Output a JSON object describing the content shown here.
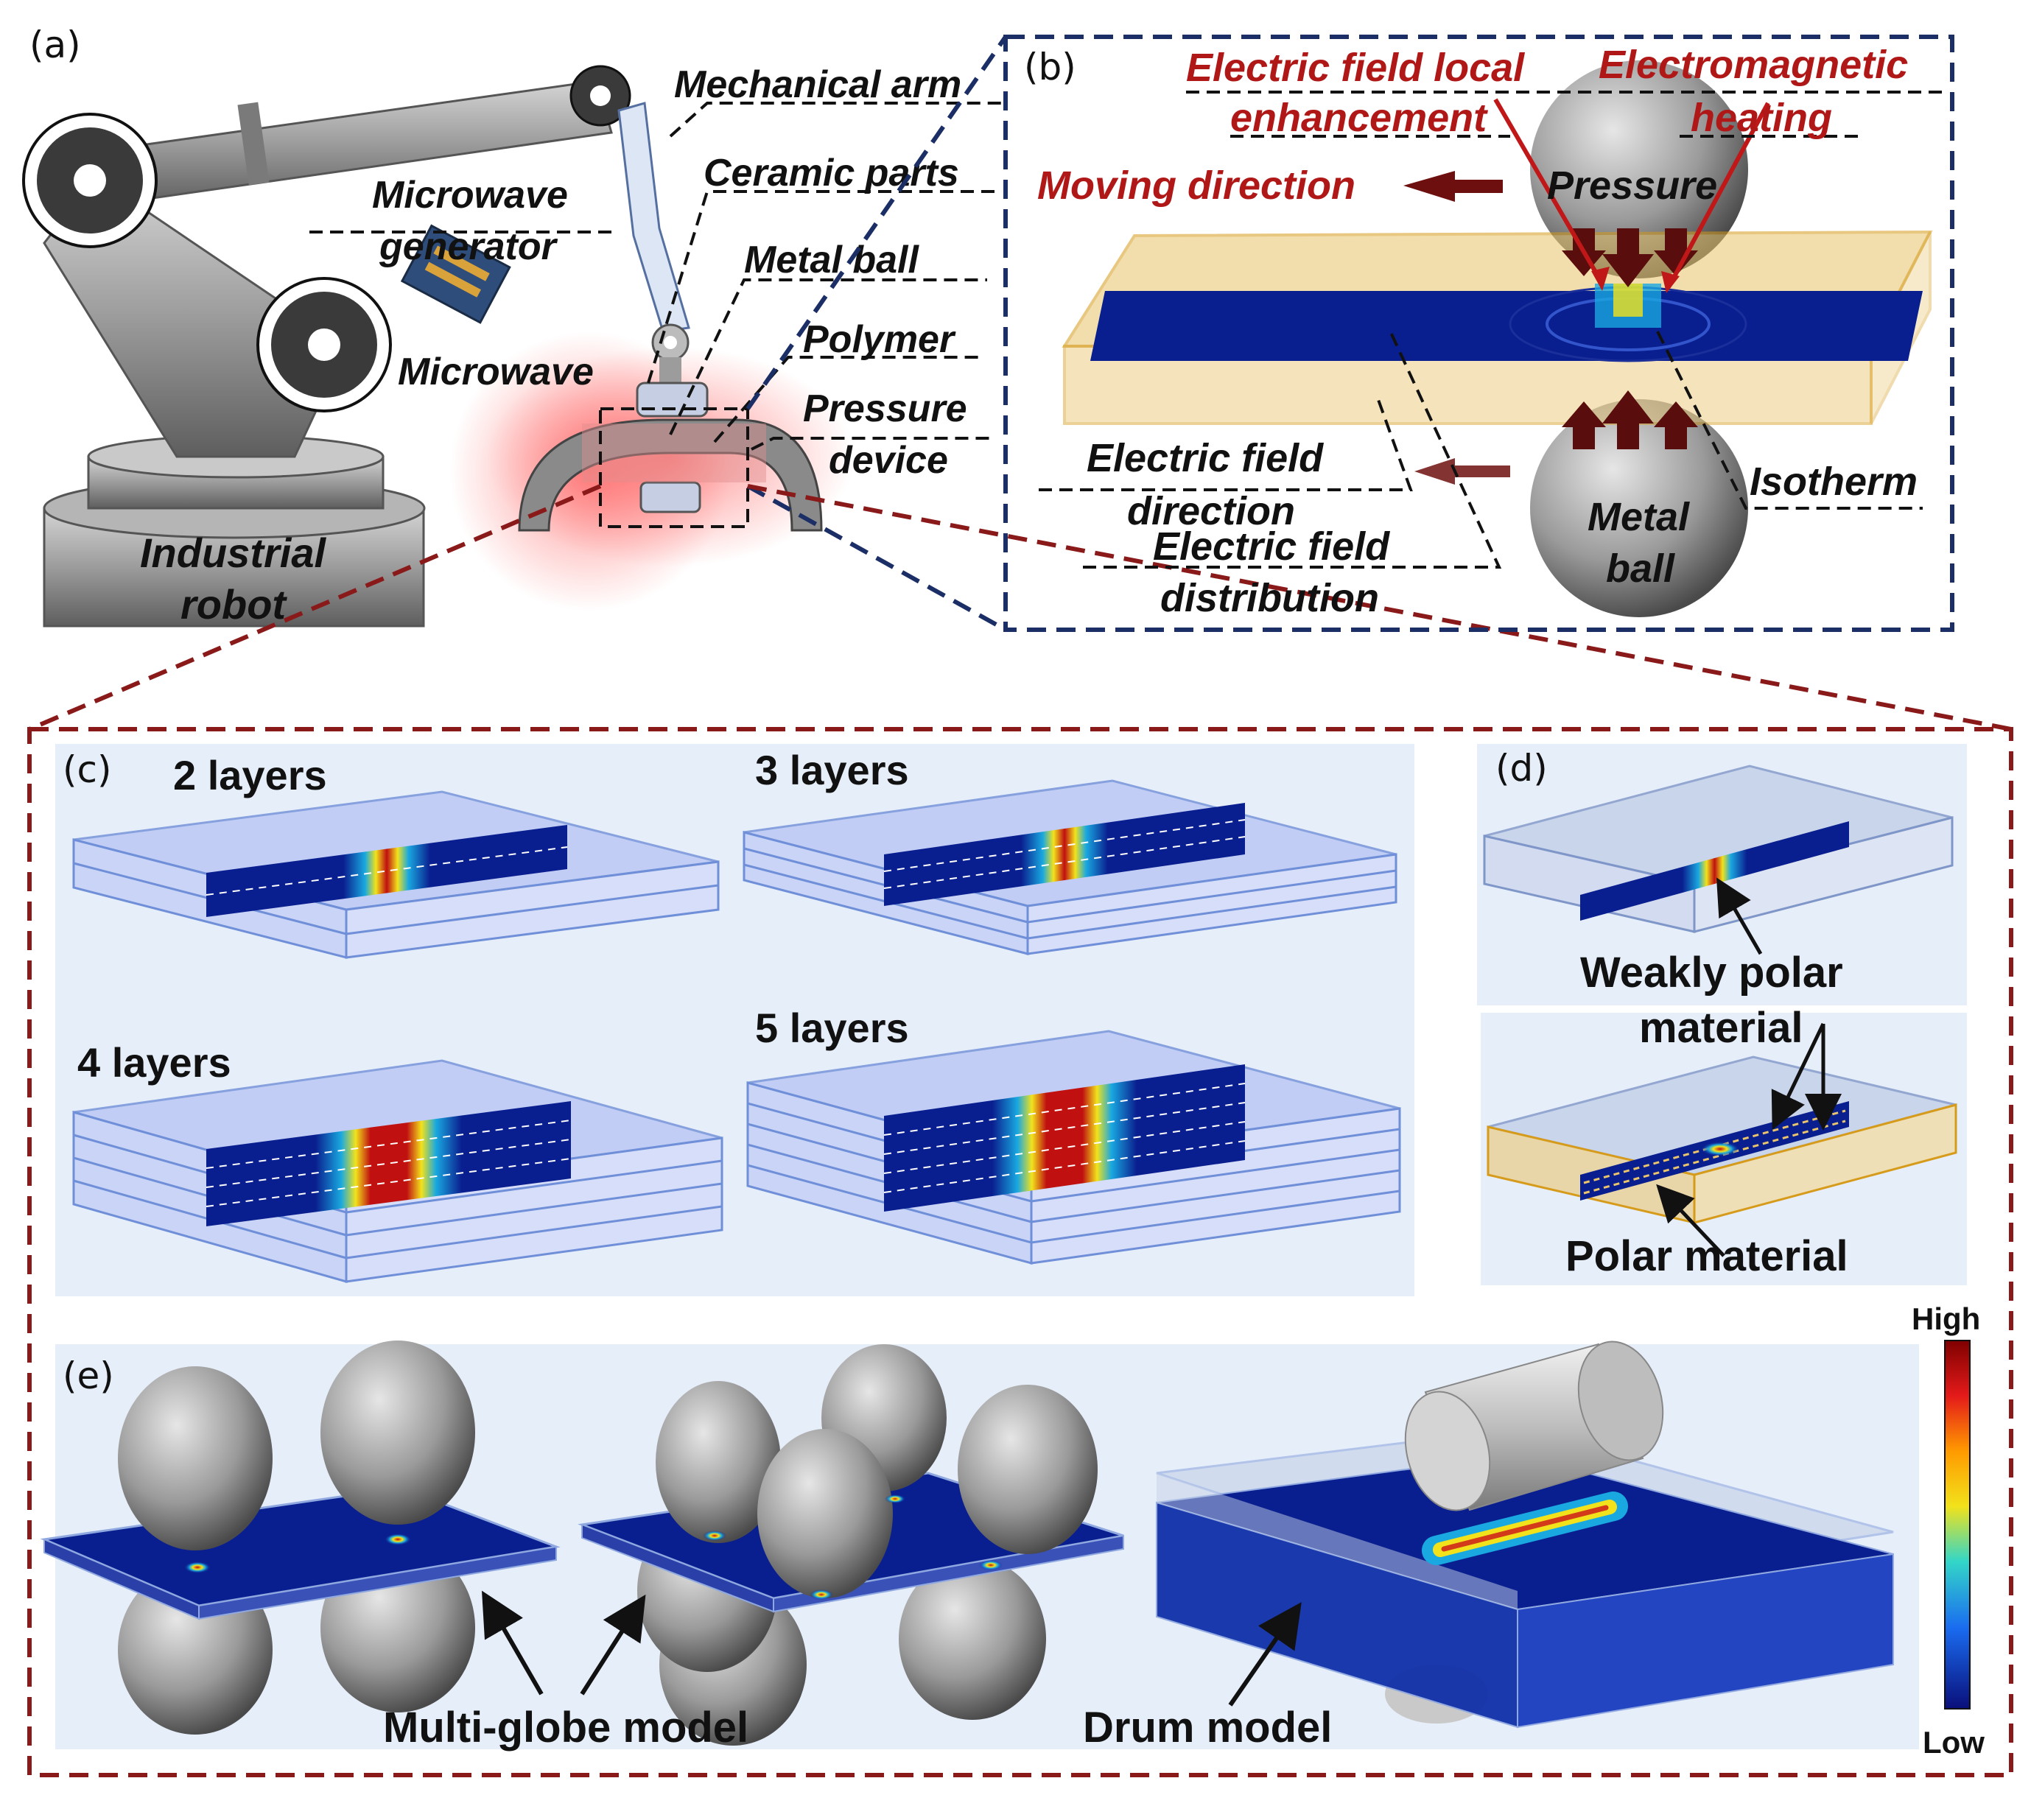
{
  "panels": {
    "a": "(a)",
    "b": "(b)",
    "c": "(c)",
    "d": "(d)",
    "e": "(e)"
  },
  "panel_a": {
    "mechanical_arm": "Mechanical arm",
    "ceramic_parts": "Ceramic parts",
    "metal_ball": "Metal  ball",
    "polymer": "Polymer",
    "pressure_device_1": "Pressure",
    "pressure_device_2": "device",
    "microwave_generator_1": "Microwave",
    "microwave_generator_2": "generator",
    "microwave": "Microwave",
    "industrial_robot_1": "Industrial",
    "industrial_robot_2": "robot"
  },
  "panel_b": {
    "efl_1": "Electric field local",
    "efl_2": "enhancement",
    "emh_1": "Electromagnetic",
    "emh_2": "heating",
    "moving_direction": "Moving direction",
    "pressure": "Pressure",
    "ef_direction_1": "Electric field",
    "ef_direction_2": "direction",
    "ef_distribution_1": "Electric field",
    "ef_distribution_2": "distribution",
    "isotherm": "Isotherm",
    "metal_ball_1": "Metal",
    "metal_ball_2": "ball"
  },
  "panel_c": {
    "layers_2": "2 layers",
    "layers_3": "3 layers",
    "layers_4": "4 layers",
    "layers_5": "5 layers"
  },
  "panel_d": {
    "weakly_polar_1": "Weakly polar",
    "weakly_polar_2": "material",
    "polar_material": "Polar material"
  },
  "panel_e": {
    "multi_globe": "Multi-globe model",
    "drum": "Drum model"
  },
  "colorbar": {
    "high": "High",
    "low": "Low"
  },
  "colors": {
    "field_blue": "#0a1f8f",
    "field_red": "#c01010",
    "polymer_yellow": "#e9c46a",
    "panel_bg": "#e6eef9",
    "frame_navy": "#1b2f66",
    "frame_red": "#8a1a1a"
  }
}
